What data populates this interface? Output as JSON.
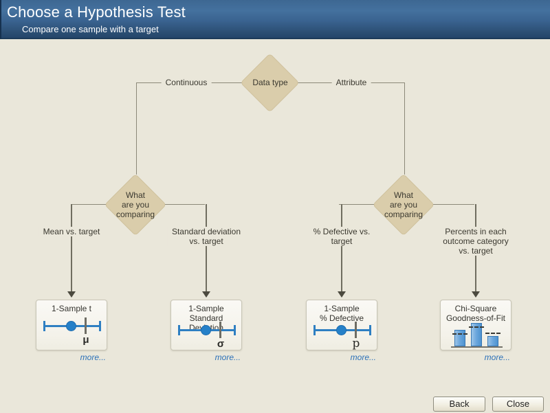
{
  "header": {
    "title": "Choose a Hypothesis Test",
    "subtitle": "Compare one sample with a target"
  },
  "tree": {
    "root": {
      "label": "Data type"
    },
    "root_branches": {
      "left": "Continuous",
      "right": "Attribute"
    },
    "decision_left": {
      "lines": [
        "What",
        "are you",
        "comparing"
      ]
    },
    "decision_right": {
      "lines": [
        "What",
        "are you",
        "comparing"
      ]
    },
    "branch_labels": {
      "mean": {
        "lines": [
          "Mean vs. target"
        ]
      },
      "stdev": {
        "lines": [
          "Standard deviation",
          "vs. target"
        ]
      },
      "pct_defective": {
        "lines": [
          "% Defective vs.",
          "target"
        ]
      },
      "percents": {
        "lines": [
          "Percents in each",
          "outcome category",
          "vs. target"
        ]
      }
    }
  },
  "cards": [
    {
      "title_lines": [
        "1-Sample t"
      ],
      "symbol": "μ",
      "icon": "interval-plot-icon",
      "more_label": "more..."
    },
    {
      "title_lines": [
        "1-Sample",
        "Standard Deviation"
      ],
      "symbol": "σ",
      "icon": "interval-plot-icon",
      "more_label": "more..."
    },
    {
      "title_lines": [
        "1-Sample",
        "% Defective"
      ],
      "symbol": "p",
      "icon": "interval-plot-icon",
      "more_label": "more..."
    },
    {
      "title_lines": [
        "Chi-Square",
        "Goodness-of-Fit"
      ],
      "symbol": "",
      "icon": "bar-chart-icon",
      "more_label": "more..."
    }
  ],
  "footer": {
    "back_label": "Back",
    "close_label": "Close"
  },
  "colors": {
    "background": "#EAE7DA",
    "header_top": "#44719E",
    "header_bottom": "#24456A",
    "diamond": "#DACDAB",
    "accent_blue": "#2E7FC2",
    "link_blue": "#2B70B8",
    "line_gray": "#8B8878"
  }
}
